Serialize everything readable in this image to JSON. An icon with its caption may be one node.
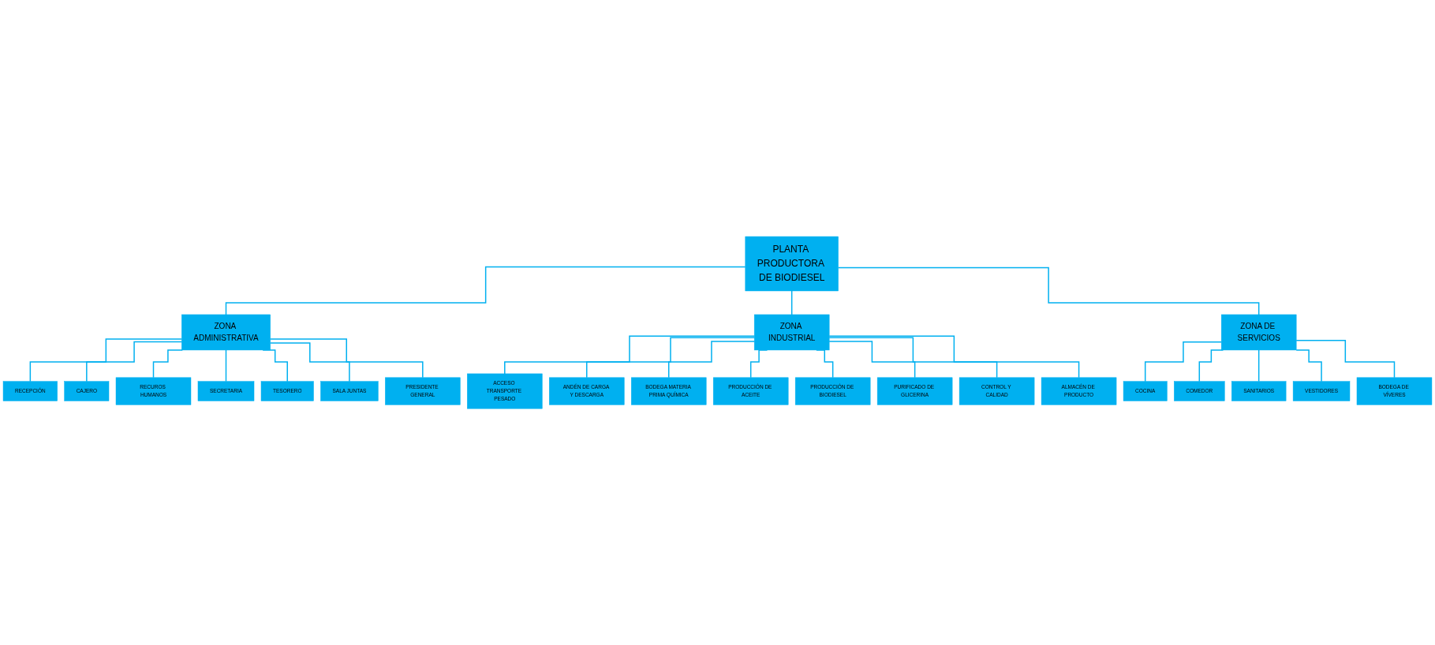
{
  "diagram": {
    "nodes": [
      {
        "text": [
          "PLANTA PRODUCTORA DE BIODIESEL"
        ]
      },
      {
        "text": [
          "ZONA ADMINISTRATIVA"
        ]
      },
      {
        "text": [
          "ZONA INDUSTRIAL"
        ]
      },
      {
        "text": [
          "ZONA DE SERVICIOS"
        ]
      },
      {
        "text": [
          "RECEPCIÓN"
        ]
      },
      {
        "text": [
          "CAJERO"
        ]
      },
      {
        "text": [
          "RECUROS HUMANOS"
        ]
      },
      {
        "text": [
          "SECRETARIA"
        ]
      },
      {
        "text": [
          "TESORERO"
        ]
      },
      {
        "text": [
          "SALA JUNTAS"
        ]
      },
      {
        "text": [
          "PRESIDENTE GENERAL"
        ]
      },
      {
        "text": [
          "COCINA"
        ]
      },
      {
        "text": [
          "COMEDOR"
        ]
      },
      {
        "text": [
          "SANITARIOS"
        ]
      },
      {
        "text": [
          "VESTIDORES"
        ]
      },
      {
        "text": [
          "BODEGA DE VÍVERES"
        ]
      },
      {
        "text": [
          "ACCESO TRANSPORTE PESADO"
        ]
      },
      {
        "text": [
          "ANDÉN DE CARGA Y DESCARGA"
        ]
      },
      {
        "text": [
          "BODEGA MATERIA PRIMA QUÍMICA"
        ]
      },
      {
        "text": [
          "PRODUCCIÓN DE ACEITE"
        ]
      },
      {
        "text": [
          "PRODUCCIÓN DE BIODIESEL"
        ]
      },
      {
        "text": [
          "PURIFICADO DE GLICERINA"
        ]
      },
      {
        "text": [
          "CONTROL Y CALIDAD"
        ]
      },
      {
        "text": [
          "ALMACÉN DE PRODUCTO"
        ]
      }
    ],
    "edges": [
      {
        "from": 0,
        "to": 1,
        "arrow": "none"
      },
      {
        "from": 0,
        "to": 2,
        "arrow": "none"
      },
      {
        "from": 0,
        "to": 3,
        "arrow": "none"
      },
      {
        "from": 1,
        "to": 4,
        "arrow": "none"
      },
      {
        "from": 1,
        "to": 5,
        "arrow": "none"
      },
      {
        "from": 1,
        "to": 6,
        "arrow": "none"
      },
      {
        "from": 1,
        "to": 7,
        "arrow": "none"
      },
      {
        "from": 1,
        "to": 8,
        "arrow": "none"
      },
      {
        "from": 1,
        "to": 9,
        "arrow": "none"
      },
      {
        "from": 1,
        "to": 10,
        "arrow": "none"
      },
      {
        "from": 3,
        "to": 11,
        "arrow": "none"
      },
      {
        "from": 3,
        "to": 12,
        "arrow": "none"
      },
      {
        "from": 3,
        "to": 13,
        "arrow": "none"
      },
      {
        "from": 3,
        "to": 14,
        "arrow": "none"
      },
      {
        "from": 3,
        "to": 15,
        "arrow": "none"
      },
      {
        "from": 2,
        "to": 16,
        "arrow": "none"
      },
      {
        "from": 2,
        "to": 17,
        "arrow": "none"
      },
      {
        "from": 2,
        "to": 18,
        "arrow": "none"
      },
      {
        "from": 2,
        "to": 19,
        "arrow": "none"
      },
      {
        "from": 2,
        "to": 20,
        "arrow": "none"
      },
      {
        "from": 2,
        "to": 21,
        "arrow": "none"
      },
      {
        "from": 2,
        "to": 22,
        "arrow": "none"
      },
      {
        "from": 2,
        "to": 23,
        "arrow": "none"
      }
    ]
  }
}
